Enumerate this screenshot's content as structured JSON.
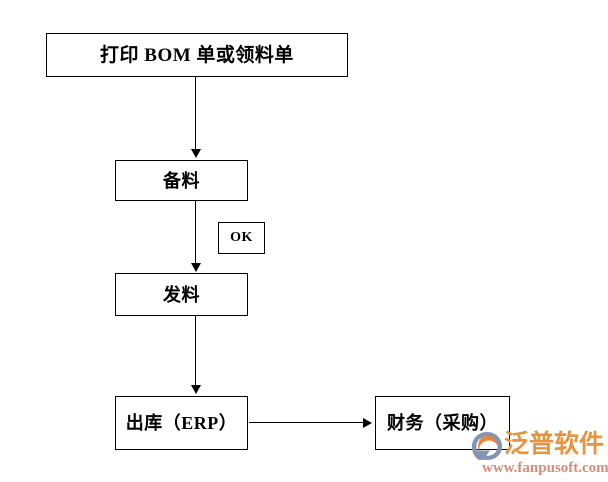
{
  "diagram": {
    "title": "",
    "background_color": "#ffffff",
    "line_color": "#000000",
    "nodes": [
      {
        "id": "print",
        "label": "打印 BOM 单或领料单"
      },
      {
        "id": "prepare",
        "label": "备料"
      },
      {
        "id": "ok",
        "label": "OK"
      },
      {
        "id": "issue",
        "label": "发料"
      },
      {
        "id": "outbound",
        "label": "出库（ERP）"
      },
      {
        "id": "finance",
        "label": "财务（采购）"
      }
    ],
    "edges": [
      {
        "id": "e1",
        "from": "print",
        "to": "prepare",
        "direction": "down",
        "label": ""
      },
      {
        "id": "e2",
        "from": "prepare",
        "to": "issue",
        "direction": "down",
        "label": "OK"
      },
      {
        "id": "e3",
        "from": "issue",
        "to": "outbound",
        "direction": "down",
        "label": ""
      },
      {
        "id": "e4",
        "from": "outbound",
        "to": "finance",
        "direction": "right",
        "label": ""
      }
    ]
  },
  "watermark": {
    "brand": "泛普软件",
    "url": "www.fanpusoft.com",
    "brand_color": "#e8943f",
    "url_color": "#d98a72",
    "mark_color_primary": "#8296b4",
    "mark_color_accent": "#e8853c",
    "icon": "fanpu-logo-icon"
  }
}
